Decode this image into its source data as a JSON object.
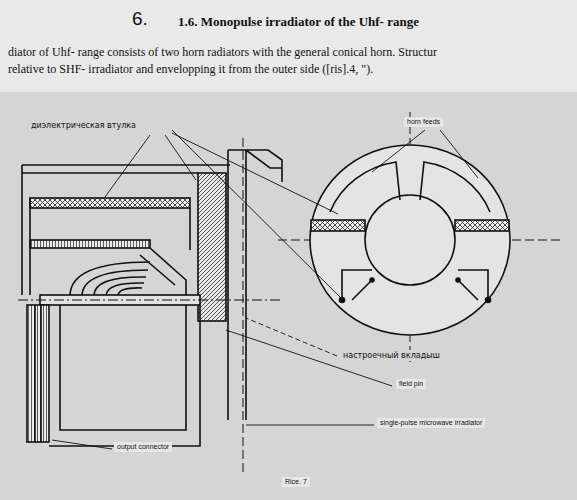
{
  "diagram": {
    "title": "1.6. Monopulse irradiator of the Uhf- range",
    "caption": "Rice. 7",
    "labels": [
      "6.",
      "diator of Uhf- range consists of two horn radiators with the general conical horn. Structur",
      "relative to SHF- irradiator and envelopping it from the outer side ([ris].4, \").",
      "диэлектрическая втулка",
      "horn feeds",
      "настроечный вкладыш",
      "field pin",
      "single-pulse microwave irradiator",
      "output connector"
    ]
  }
}
